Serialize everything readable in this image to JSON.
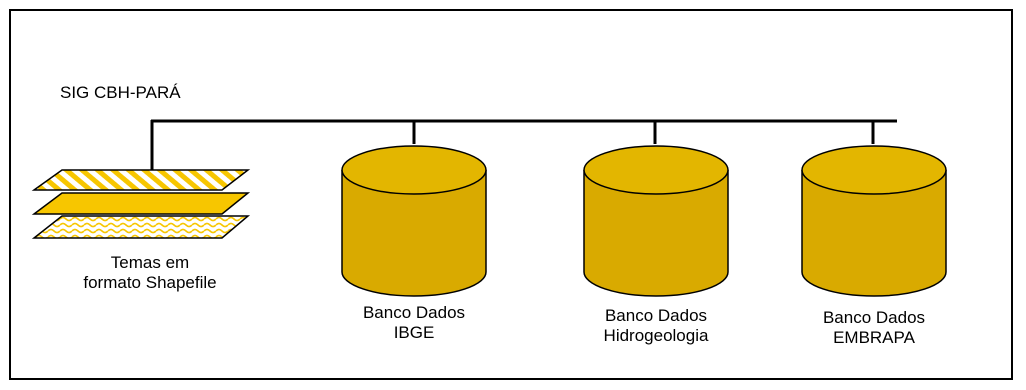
{
  "diagram": {
    "title": "SIG CBH-PARÁ",
    "shapefile": {
      "label_line1": "Temas em",
      "label_line2": "formato Shapefile"
    },
    "databases": [
      {
        "line1": "Banco Dados",
        "line2": "IBGE"
      },
      {
        "line1": "Banco Dados",
        "line2": "Hidrogeologia"
      },
      {
        "line1": "Banco Dados",
        "line2": "EMBRAPA"
      }
    ]
  },
  "colors": {
    "cylinder_fill": "#D9AA00",
    "cylinder_top": "#E3B600",
    "layer_fill": "#F7C600",
    "line": "#000000",
    "frame": "#000000"
  }
}
